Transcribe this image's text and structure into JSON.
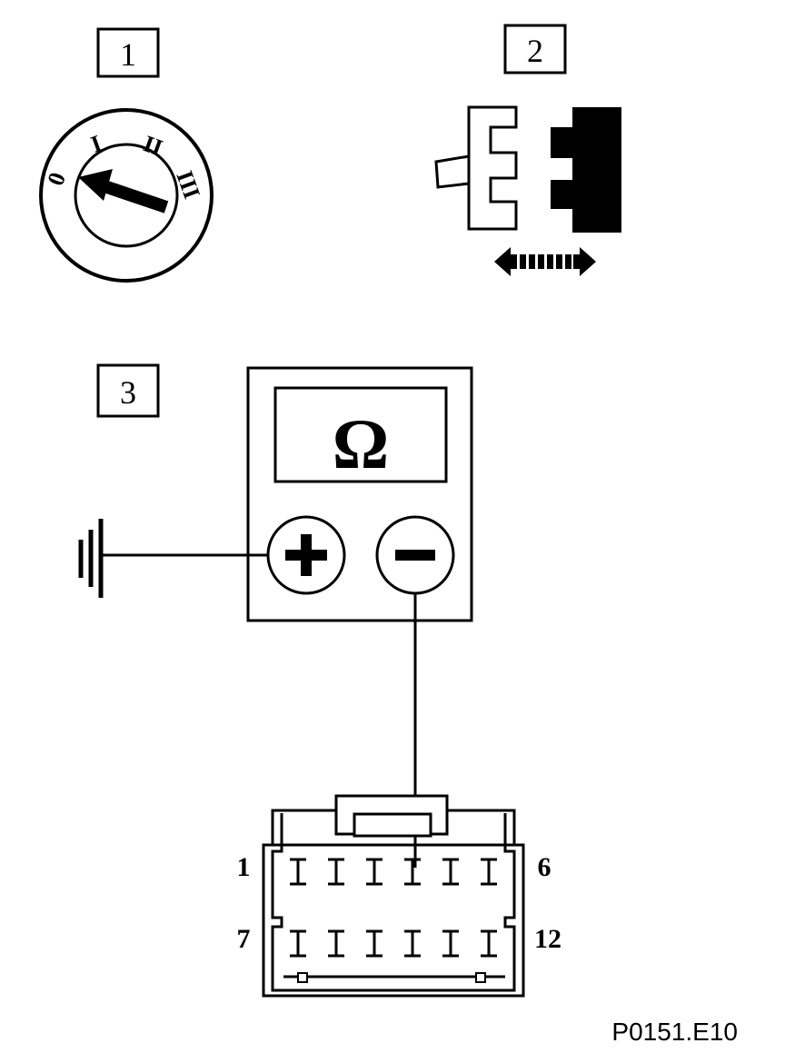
{
  "steps": [
    {
      "label": "1"
    },
    {
      "label": "2"
    },
    {
      "label": "3"
    }
  ],
  "ignition": {
    "positions": [
      "0",
      "I",
      "II",
      "III"
    ]
  },
  "meter": {
    "unit_symbol": "Ω",
    "plus_symbol": "+",
    "minus_symbol": "−"
  },
  "connector": {
    "pin_top_left": "1",
    "pin_top_right": "6",
    "pin_bottom_left": "7",
    "pin_bottom_right": "12"
  },
  "figure_code": "P0151.E10"
}
